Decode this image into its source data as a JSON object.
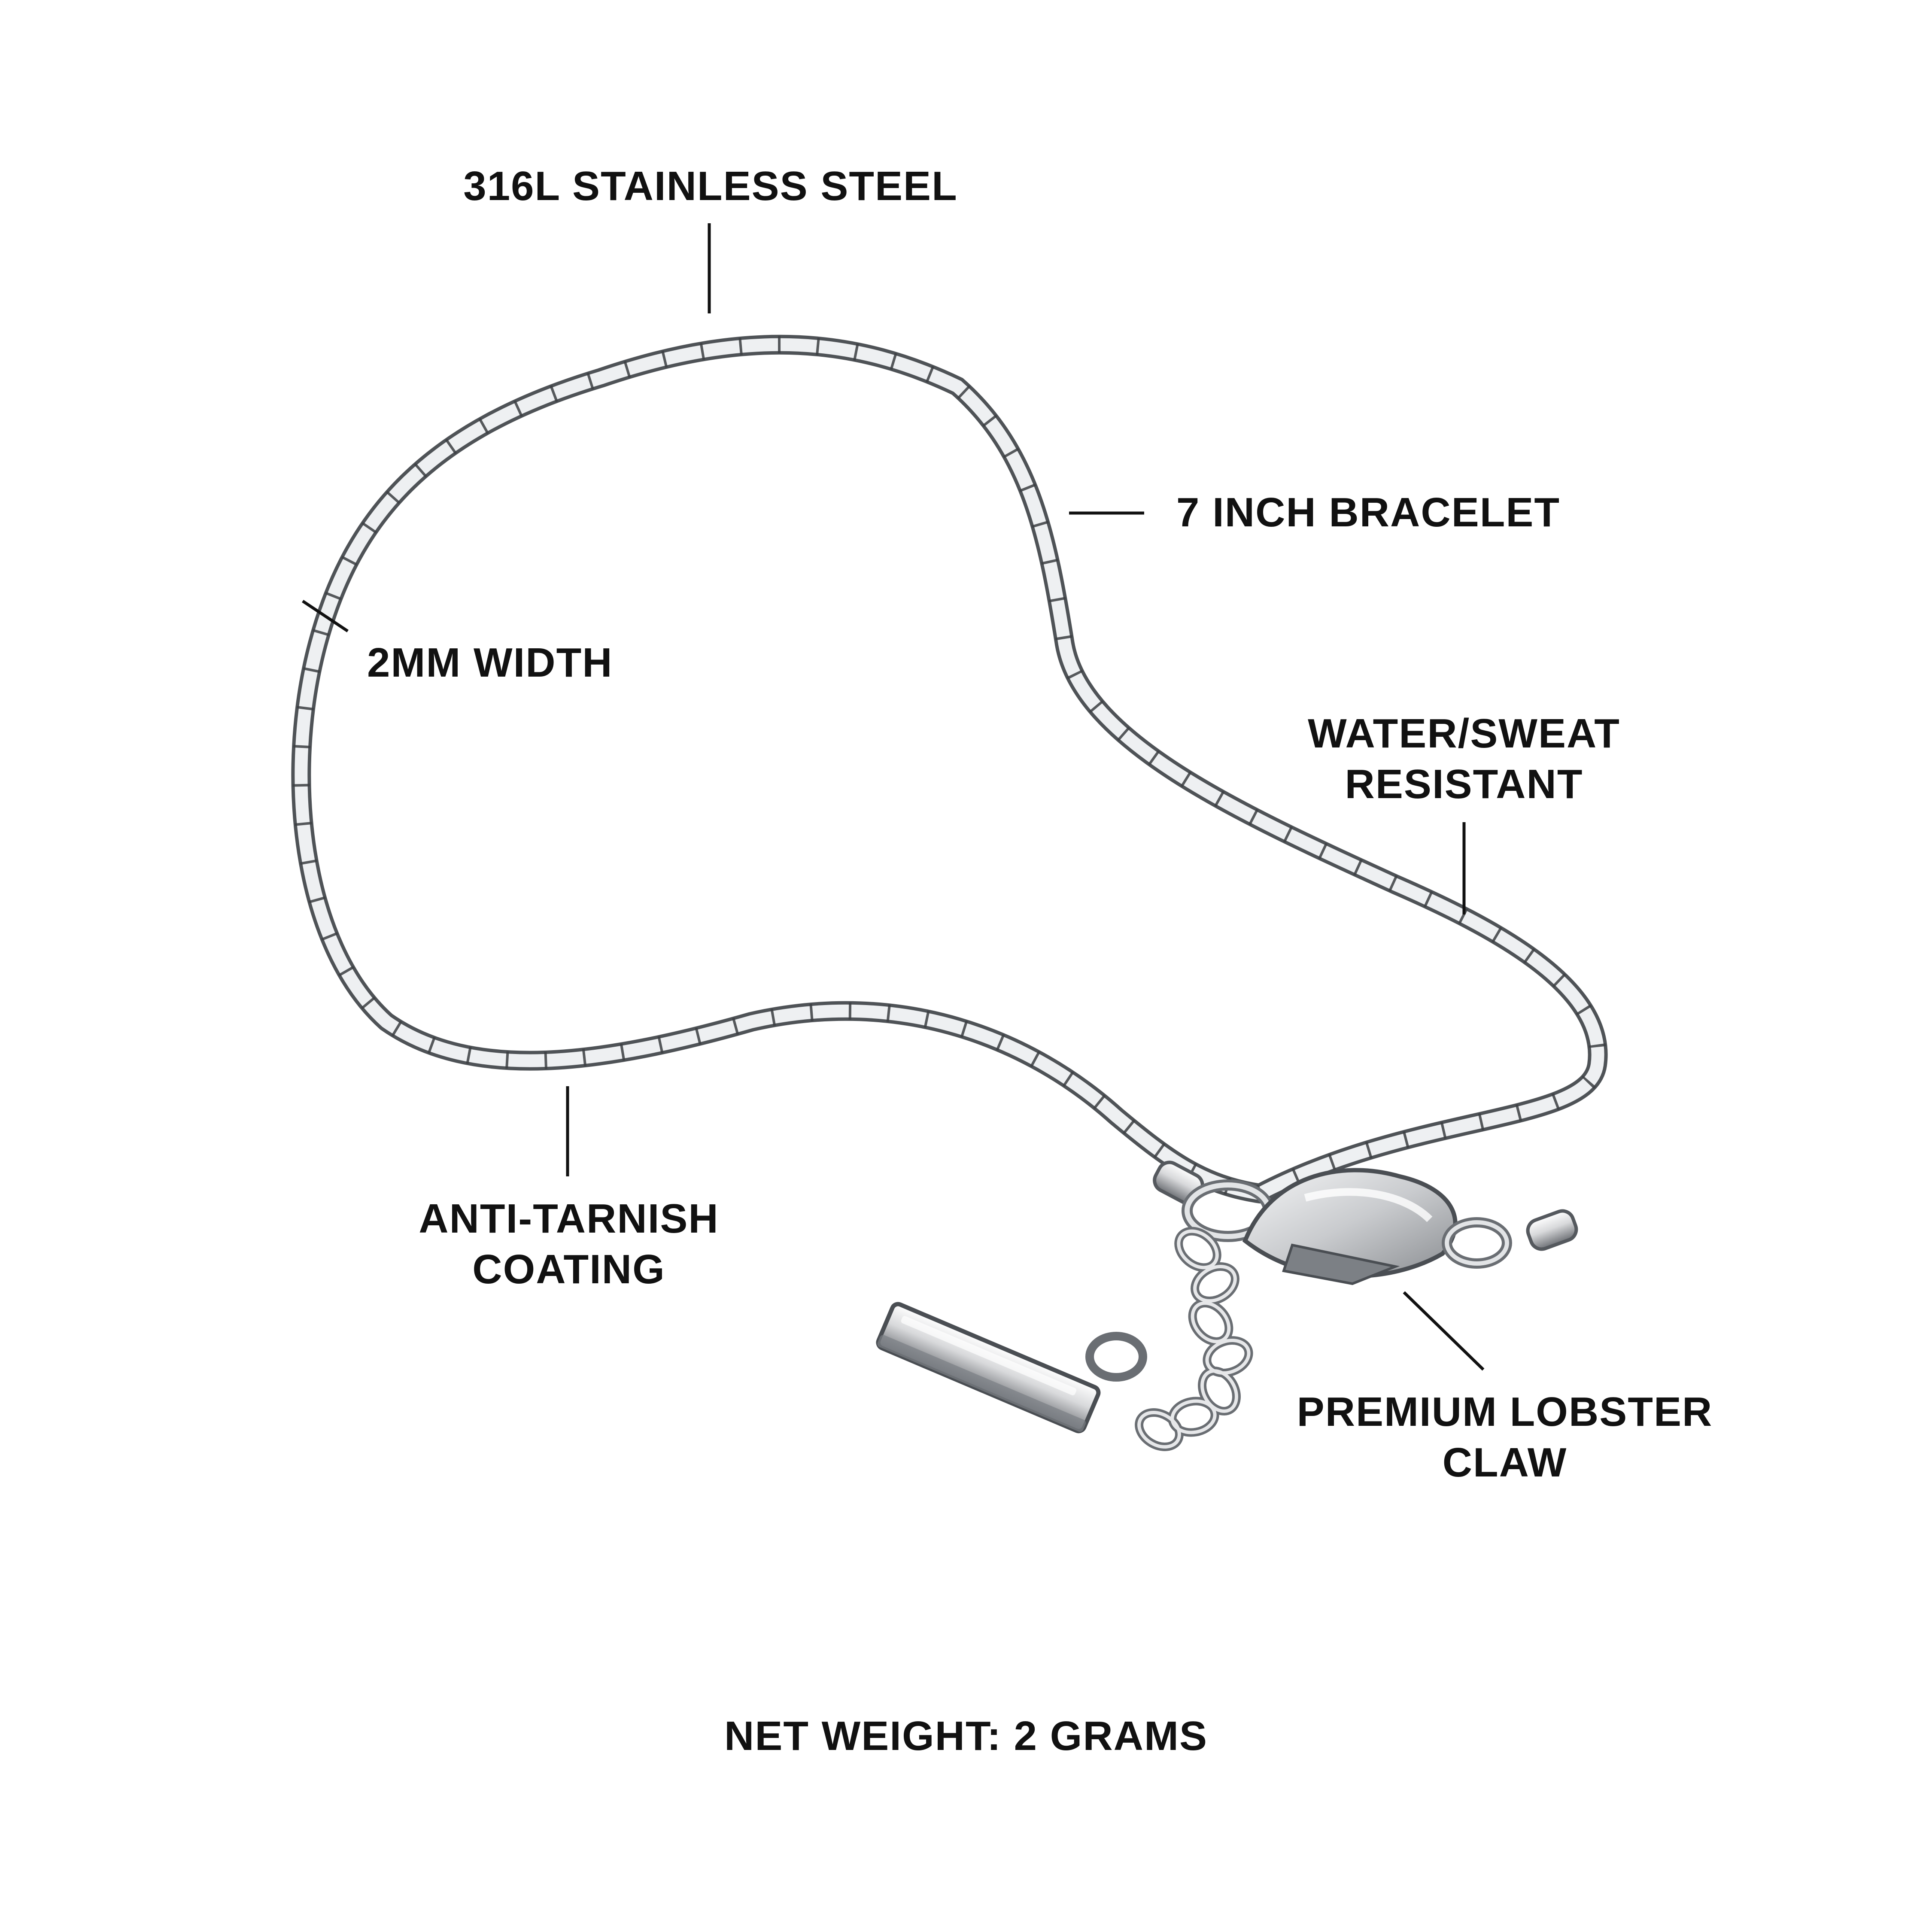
{
  "labels": {
    "steel": "316L STAINLESS STEEL",
    "length": "7 INCH BRACELET",
    "width": "2MM WIDTH",
    "water_line1": "WATER/SWEAT",
    "water_line2": "RESISTANT",
    "tarnish_line1": "ANTI-TARNISH",
    "tarnish_line2": "COATING",
    "clasp_line1": "PREMIUM LOBSTER",
    "clasp_line2": "CLAW",
    "weight": "NET WEIGHT: 2 GRAMS"
  },
  "colors": {
    "background": "#ffffff",
    "text": "#111111",
    "leader_line": "#111111",
    "metal_dark": "#5f6368",
    "metal_light": "#e6e7e9"
  }
}
